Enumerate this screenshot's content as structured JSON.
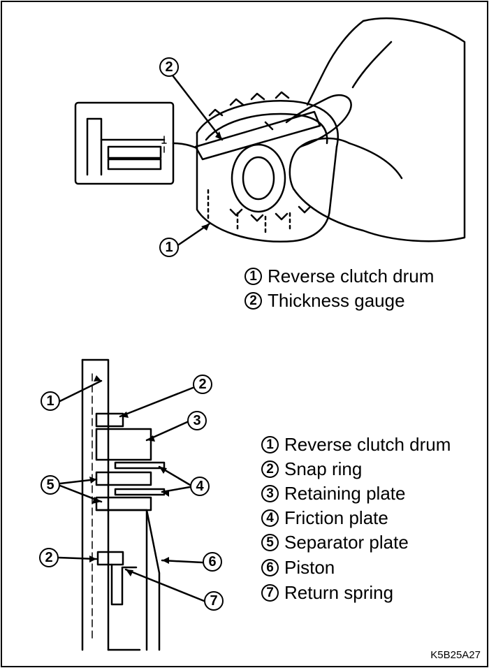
{
  "upper_legend": [
    {
      "number": "1",
      "label": "Reverse clutch drum"
    },
    {
      "number": "2",
      "label": "Thickness gauge"
    }
  ],
  "lower_legend": [
    {
      "number": "1",
      "label": "Reverse clutch drum"
    },
    {
      "number": "2",
      "label": "Snap ring"
    },
    {
      "number": "3",
      "label": "Retaining plate"
    },
    {
      "number": "4",
      "label": "Friction plate"
    },
    {
      "number": "5",
      "label": "Separator plate"
    },
    {
      "number": "6",
      "label": "Piston"
    },
    {
      "number": "7",
      "label": "Return spring"
    }
  ],
  "upper_callouts": [
    "2",
    "1"
  ],
  "lower_callouts": [
    "1",
    "2",
    "3",
    "5",
    "4",
    "2",
    "6",
    "7"
  ],
  "figure_code": "K5B25A27"
}
